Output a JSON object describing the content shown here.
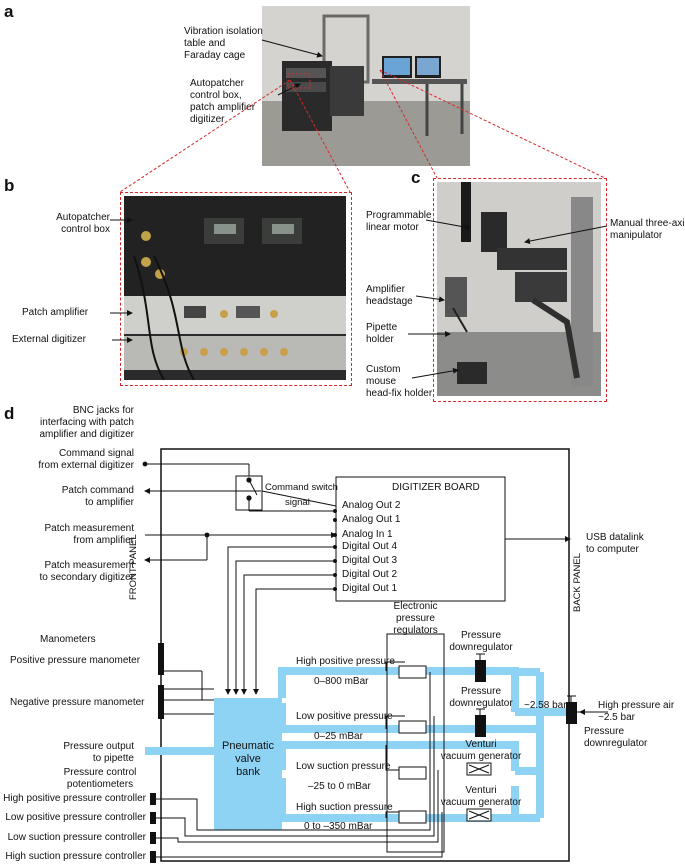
{
  "panels": {
    "a": "a",
    "b": "b",
    "c": "c",
    "d": "d"
  },
  "panel_a": {
    "label_vib": [
      "Vibration isolation",
      "table and",
      "Faraday cage"
    ],
    "label_auto": [
      "Autopatcher",
      "control box,",
      "patch amplifier",
      "digitizer"
    ]
  },
  "panel_b": {
    "label_control": [
      "Autopatcher",
      "control box"
    ],
    "label_amp": "Patch amplifier",
    "label_digitizer": "External digitizer"
  },
  "panel_c": {
    "label_motor": [
      "Programmable",
      "linear motor"
    ],
    "label_manip": [
      "Manual three-axis",
      "manipulator"
    ],
    "label_headstage": [
      "Amplifier",
      "headstage"
    ],
    "label_pipette": [
      "Pipette",
      "holder"
    ],
    "label_mouse": [
      "Custom",
      "mouse",
      "head-fix holder"
    ]
  },
  "panel_d": {
    "bnc": [
      "BNC jacks for",
      "interfacing with patch",
      "amplifier and digitizer"
    ],
    "command_signal": [
      "Command signal",
      "from external digitizer"
    ],
    "patch_command": [
      "Patch command",
      "to amplifier"
    ],
    "patch_meas": [
      "Patch measurement",
      "from amplifier"
    ],
    "patch_meas_sec": [
      "Patch measurement",
      "to secondary digitizer"
    ],
    "front_panel": "FRONT PANEL",
    "back_panel": "BACK PANEL",
    "manometers": "Manometers",
    "pos_manometer": "Positive pressure manometer",
    "neg_manometer": "Negative pressure manometer",
    "pressure_output": [
      "Pressure output",
      "to pipette"
    ],
    "potentiometers": [
      "Pressure control",
      "potentiometers"
    ],
    "controllers": [
      "High positive pressure controller",
      "Low positive pressure controller",
      "Low suction pressure controller",
      "High suction pressure controller"
    ],
    "command_switch": [
      "Command switch",
      "signal"
    ],
    "digitizer_title": "DIGITIZER BOARD",
    "channels": [
      "Analog Out 2",
      "Analog Out 1",
      "Analog In 1",
      "Digital Out 4",
      "Digital Out 3",
      "Digital Out 2",
      "Digital Out 1"
    ],
    "usb": [
      "USB datalink",
      "to computer"
    ],
    "epr": [
      "Electronic",
      "pressure",
      "regulators"
    ],
    "downreg": [
      "Pressure",
      "downregulator"
    ],
    "venturi": [
      "Venturi",
      "vacuum generator"
    ],
    "lines": [
      {
        "name": "High positive pressure",
        "range": "0–800 mBar"
      },
      {
        "name": "Low positive pressure",
        "range": "0–25 mBar"
      },
      {
        "name": "Low suction pressure",
        "range": "–25 to 0 mBar"
      },
      {
        "name": "High suction pressure",
        "range": "0 to –350 mBar"
      }
    ],
    "pneumatic": [
      "Pneumatic",
      "valve",
      "bank"
    ],
    "bar_value": "~2.58 bar",
    "high_air": [
      "High pressure air",
      "~2.5 bar"
    ],
    "downreg_right": [
      "Pressure",
      "downregulator"
    ]
  },
  "colors": {
    "tube": "#8fd3f4",
    "dash": "#d62a2a",
    "line": "#111111"
  }
}
